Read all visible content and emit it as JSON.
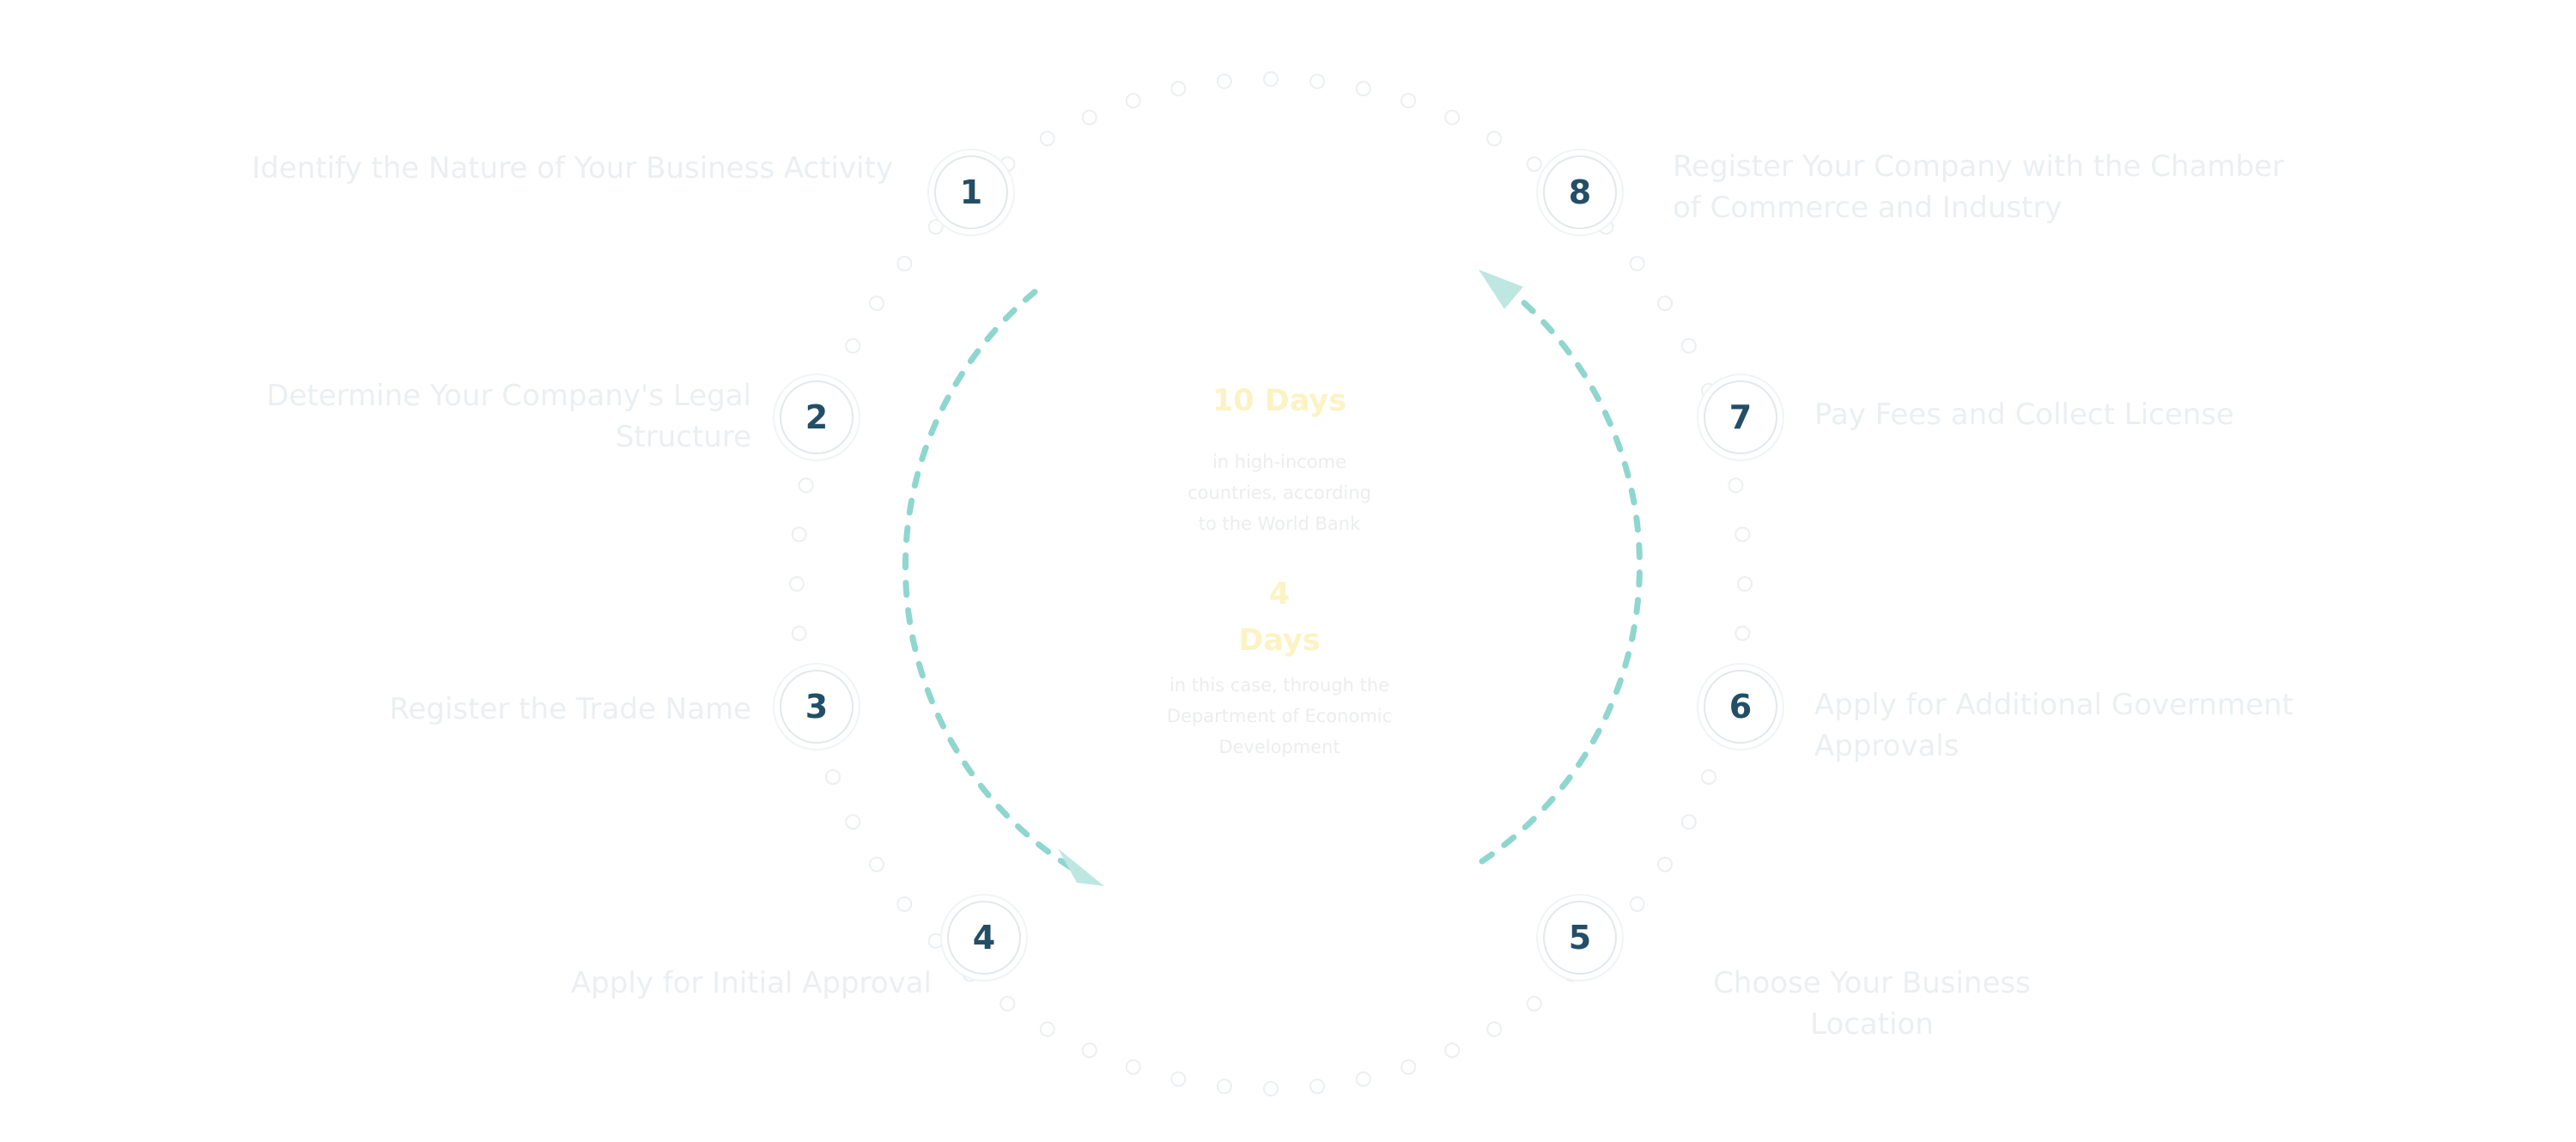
{
  "steps": [
    {
      "number": "1",
      "label": "Identify the Nature of Your Business Activity"
    },
    {
      "number": "2",
      "label": "Determine Your Company's Legal Structure"
    },
    {
      "number": "3",
      "label": "Register the Trade Name"
    },
    {
      "number": "4",
      "label": "Apply for Initial Approval"
    },
    {
      "number": "5",
      "label": "Choose Your Business Location"
    },
    {
      "number": "6",
      "label": "Apply for Additional Government Approvals"
    },
    {
      "number": "7",
      "label": "Pay Fees and Collect License"
    },
    {
      "number": "8",
      "label": "Register Your Company with the Chamber of Commerce and Industry"
    }
  ],
  "center": {
    "stat1_value": "10 Days",
    "stat1_desc": "in high-income countries, according to the World Bank",
    "stat2_value": "4 Days",
    "stat2_desc": "in this case, through the Department of Economic Development"
  },
  "colors": {
    "number_text": "#234e67",
    "arrow": "#8fd6cf",
    "stat_value": "#fbf3c4",
    "label_text": "#eceff1"
  }
}
